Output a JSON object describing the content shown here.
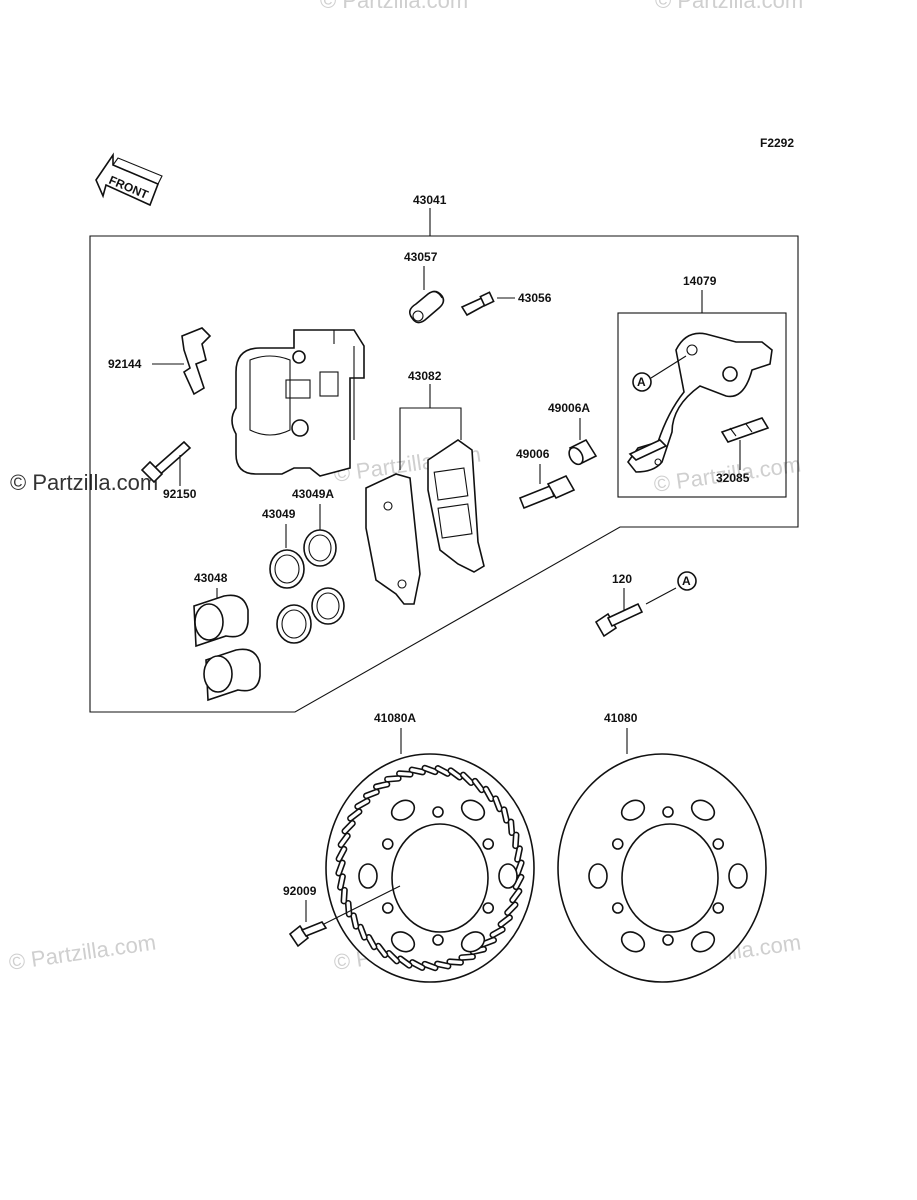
{
  "diagram_code": "F2292",
  "front_label": "FRONT",
  "watermarks": {
    "main": "© Partzilla.com",
    "faint": "© Partzilla.com"
  },
  "callout_letter": "A",
  "parts": {
    "p43041": "43041",
    "p43057": "43057",
    "p43056": "43056",
    "p14079": "14079",
    "p92144": "92144",
    "p43082": "43082",
    "p49006A": "49006A",
    "p49006": "49006",
    "p92150": "92150",
    "p32085": "32085",
    "p43049A": "43049A",
    "p43049": "43049",
    "p43048": "43048",
    "p120": "120",
    "p41080A": "41080A",
    "p41080": "41080",
    "p92009": "92009"
  },
  "colors": {
    "line": "#111111",
    "watermark": "#cfcfcf",
    "background": "#ffffff"
  }
}
